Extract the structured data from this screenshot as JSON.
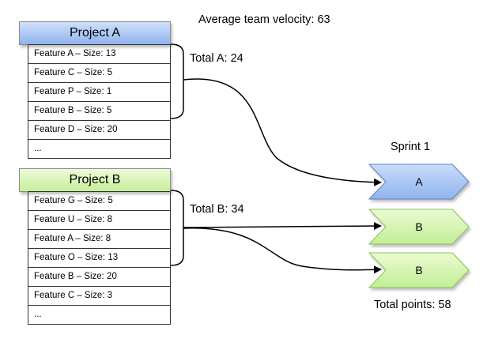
{
  "header": {
    "average_velocity": "Average team velocity: 63"
  },
  "projects": [
    {
      "title": "Project A",
      "total": "Total A: 24",
      "features": [
        "Feature A – Size: 13",
        "Feature C – Size: 5",
        "Feature P – Size: 1",
        "Feature B – Size: 5",
        "Feature D – Size: 20",
        "..."
      ],
      "color": "#9bbcf0"
    },
    {
      "title": "Project B",
      "total": "Total B: 34",
      "features": [
        "Feature G – Size: 5",
        "Feature U – Size: 8",
        "Feature A – Size: 8",
        "Feature O – Size: 13",
        "Feature B – Size: 20",
        "Feature C – Size: 3",
        "..."
      ],
      "color": "#cdf0a8"
    }
  ],
  "sprint": {
    "title": "Sprint 1",
    "slots": [
      "A",
      "B",
      "B"
    ],
    "total": "Total points: 58"
  }
}
